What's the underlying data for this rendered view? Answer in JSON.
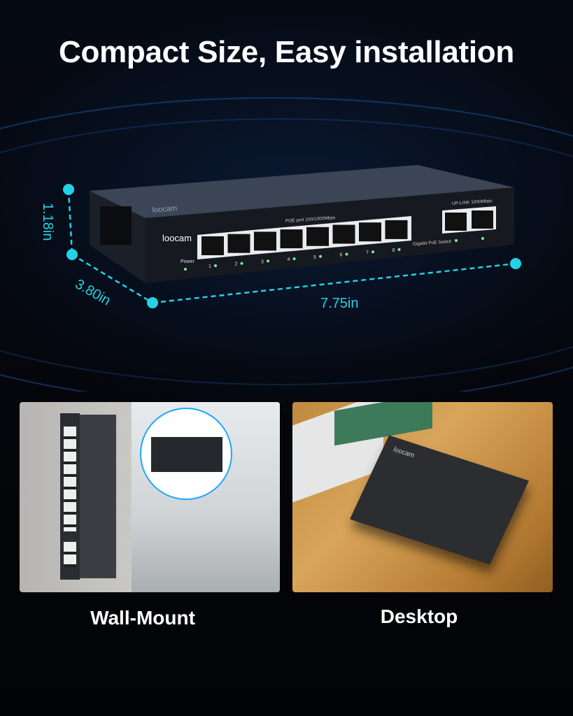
{
  "title": "Compact Size, Easy installation",
  "dimensions": {
    "height": "1.18in",
    "depth": "3.80in",
    "width": "7.75in"
  },
  "switch": {
    "brand": "loocam",
    "poe_label": "POE port 100/1000Mbps",
    "uplink_label": "UP-LINK 1000Mbps",
    "model_label": "Gigabit PoE Switch",
    "power_label": "Power",
    "port_numbers": [
      "1",
      "2",
      "3",
      "4",
      "5",
      "6",
      "7",
      "8"
    ]
  },
  "panels": [
    {
      "caption": "Wall-Mount"
    },
    {
      "caption": "Desktop"
    }
  ],
  "colors": {
    "accent": "#22d3e6",
    "background": "#05070d",
    "led": "#7cf08a"
  }
}
